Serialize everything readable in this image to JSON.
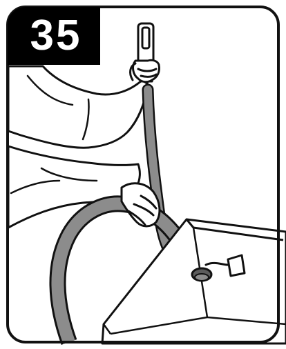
{
  "step": {
    "number": "35"
  },
  "colors": {
    "outline": "#111111",
    "hose": "#8c8c8c",
    "badge_background": "#000000",
    "badge_text": "#ffffff",
    "background": "#ffffff"
  },
  "illustration": {
    "icons": [
      "hand-holding-wand",
      "hand-holding-hose",
      "vacuum-hose",
      "hose-wand",
      "bucket",
      "hose-end-plug"
    ]
  }
}
